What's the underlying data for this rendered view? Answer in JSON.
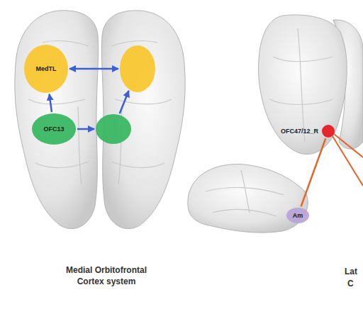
{
  "diagram": {
    "nodes": [
      {
        "text": [
          "MedTL"
        ]
      },
      {
        "text": []
      },
      {
        "text": [
          "OFC13"
        ]
      },
      {
        "text": []
      },
      {
        "text": [
          "OFC47/12_R"
        ]
      },
      {
        "text": [
          "Am"
        ]
      }
    ],
    "edges": [
      {
        "from": 0,
        "to": 1,
        "arrow": "both"
      },
      {
        "from": 2,
        "to": 0,
        "arrow": "to"
      },
      {
        "from": 2,
        "to": 3,
        "arrow": "to"
      },
      {
        "from": 3,
        "to": 1,
        "arrow": "to"
      },
      {
        "from": 4,
        "to": 5,
        "arrow": "none"
      }
    ],
    "labels": [
      "Medial Orbitofrontal Cortex system",
      "Lat",
      "C"
    ]
  }
}
